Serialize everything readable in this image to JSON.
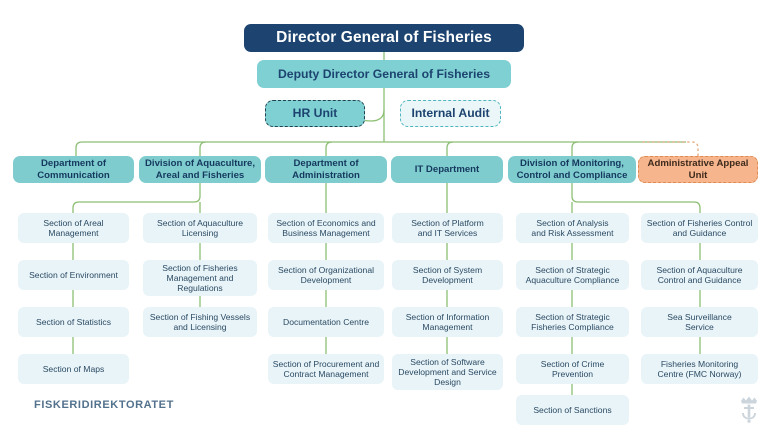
{
  "colors": {
    "navy": "#1d4470",
    "teal_dark": "#7fcccf",
    "teal_staff": "#7fd0d2",
    "section_bg": "#e9f4f8",
    "appeal_bg": "#f6b58c",
    "appeal_border": "#e08a51",
    "connector": "#8cbf73",
    "connector_appeal": "#e2a97f",
    "background": "#ffffff"
  },
  "top": {
    "director_general": "Director General of Fisheries",
    "deputy_director_general": "Deputy Director General of Fisheries",
    "staff_units": [
      {
        "label": "HR Unit",
        "style": "solid-dashed"
      },
      {
        "label": "Internal Audit",
        "style": "light-dashed"
      }
    ]
  },
  "departments": [
    {
      "label": "Department of\nCommunication",
      "highlight": false,
      "sections": [
        "Section of Areal\nManagement",
        "Section of Environment",
        "Section of Statistics",
        "Section of Maps"
      ]
    },
    {
      "label": "Division of Aquaculture,\nAreal and Fisheries",
      "highlight": false,
      "sections": [
        "Section of Aquaculture\nLicensing",
        "Section of Fisheries\nManagement and\nRegulations",
        "Section of Fishing Vessels\nand Licensing"
      ]
    },
    {
      "label": "Department of\nAdministration",
      "highlight": false,
      "sections": [
        "Section of Economics and\nBusiness Management",
        "Section of Organizational\nDevelopment",
        "Documentation Centre",
        "Section of Procurement and\nContract Management"
      ]
    },
    {
      "label": "IT Department",
      "highlight": false,
      "sections": [
        "Section of Platform\nand IT Services",
        "Section of System\nDevelopment",
        "Section of Information\nManagement",
        "Section of Software\nDevelopment and Service\nDesign"
      ]
    },
    {
      "label": "Division of Monitoring,\nControl and Compliance",
      "highlight": false,
      "sections": [
        "Section of Analysis\nand Risk Assessment",
        "Section of Strategic\nAquaculture Compliance",
        "Section of Strategic\nFisheries Compliance",
        "Section of Crime\nPrevention",
        "Section of Sanctions"
      ]
    },
    {
      "label": "Administrative Appeal\nUnit",
      "highlight": true,
      "sections": [
        "Section of Fisheries Control\nand Guidance",
        "Section of Aquaculture\nControl and Guidance",
        "Sea Surveillance\nService",
        "Fisheries Monitoring\nCentre (FMC Norway)"
      ]
    }
  ],
  "footer": {
    "wordmark": "FISKERIDIREKTORATET",
    "emblem": "crown-anchor-emblem"
  }
}
